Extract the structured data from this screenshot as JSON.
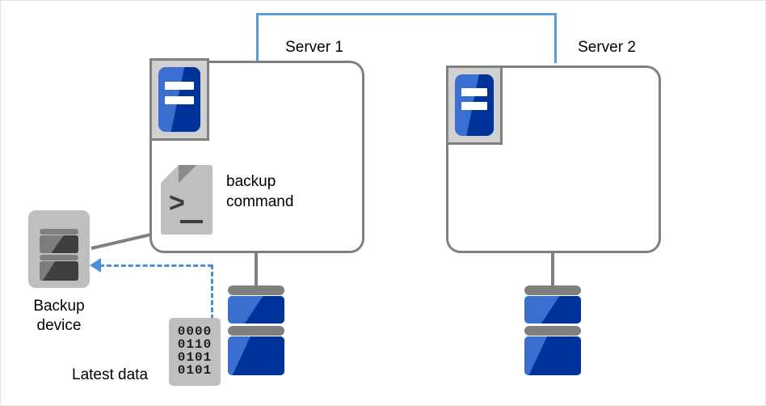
{
  "diagram": {
    "title_server1": "Server 1",
    "title_server2": "Server 2",
    "backup_command_line1": "backup",
    "backup_command_line2": "command",
    "backup_device_line1": "Backup",
    "backup_device_line2": "device",
    "latest_data_label": "Latest data",
    "binary_rows": [
      "0000",
      "0110",
      "0101",
      "0101"
    ],
    "icons": {
      "server_machine": "server-icon",
      "script_document": "script-terminal-icon",
      "backup_device": "backup-device-icon",
      "database_stack": "database-storage-icon",
      "binary_data": "binary-data-icon",
      "arrow": "dashed-left-arrow-icon"
    },
    "colors": {
      "accent_blue": "#5b9bd5",
      "arrow_blue": "#4a90d9",
      "db_light_blue": "#3a6fd0",
      "db_dark_blue": "#00339a",
      "gray_stroke": "#808080",
      "gray_fill": "#bfbfbf",
      "text": "#000000"
    }
  }
}
